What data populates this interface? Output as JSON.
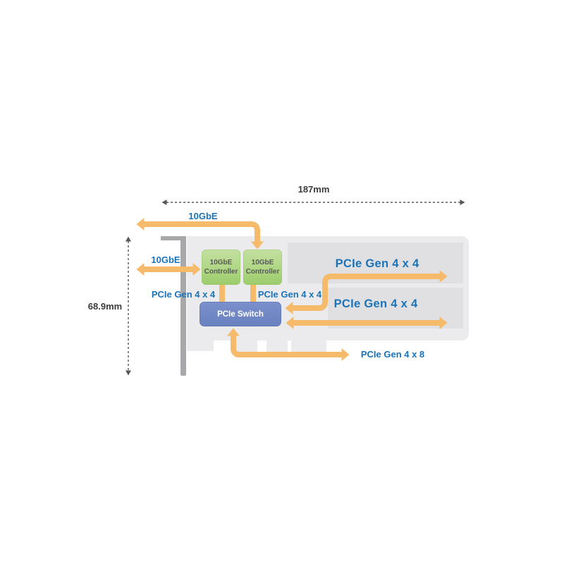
{
  "dimensions": {
    "width": "187mm",
    "height": "68.9mm"
  },
  "ports": {
    "top": "10GbE",
    "left": "10GbE"
  },
  "controllers": [
    {
      "line1": "10GbE",
      "line2": "Controller"
    },
    {
      "line1": "10GbE",
      "line2": "Controller"
    }
  ],
  "switch": {
    "label": "PCIe Switch"
  },
  "links": {
    "ctrl1": "PCIe Gen 4 x 4",
    "ctrl2": "PCIe Gen 4 x 4",
    "slot1": "PCIe Gen 4 x 4",
    "slot2": "PCIe Gen 4 x 4",
    "host": "PCIe Gen 4 x 8"
  },
  "colors": {
    "arrow_orange": "#f6ba6b",
    "label_blue": "#1a73b8",
    "card_gray": "#ebebed",
    "slot_gray": "#e0e0e2",
    "bracket_gray": "#a8a8aa",
    "controller_green": "#abd57e",
    "switch_blue": "#7187c5",
    "dimension_text": "#3b3b3d"
  }
}
